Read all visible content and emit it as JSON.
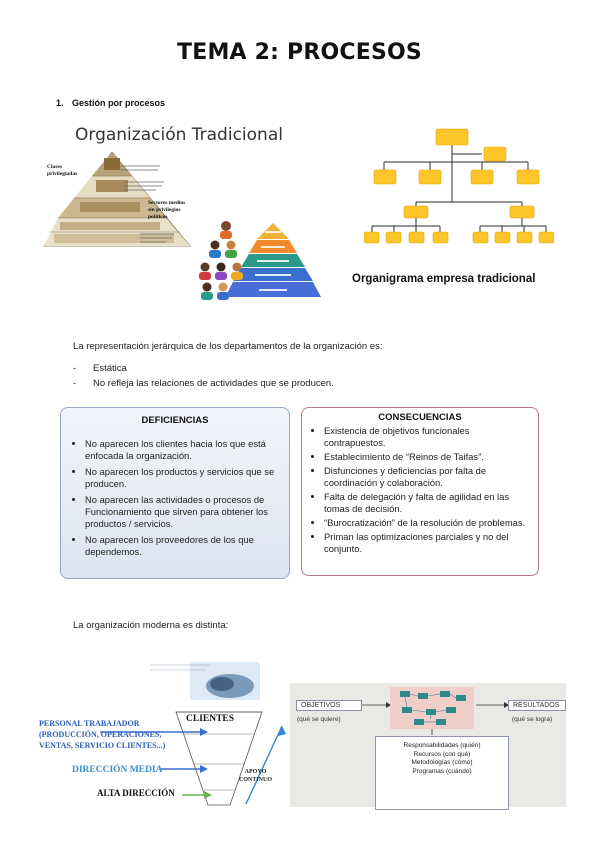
{
  "title": "TEMA 2: PROCESOS",
  "section": {
    "number": "1.",
    "label": "Gestión por procesos"
  },
  "trad_image": {
    "title": "Organización Tradicional",
    "levels": [
      "Clases privilegiadas",
      "Sectores medios sin privilegios políticos"
    ]
  },
  "org_caption": "Organigrama empresa tradicional",
  "intro": "La representación jerárquica de los departamentos de la organización es:",
  "traits": [
    "Estática",
    "No refleja las relaciones de actividades que se producen."
  ],
  "deficiencias": {
    "header": "DEFICIENCIAS",
    "items": [
      "No aparecen los clientes hacia los que está enfocada la organización.",
      "No aparecen los productos y servicios que se producen.",
      "No aparecen las actividades o procesos de Funcionamiento que sirven para obtener los productos / servicios.",
      "No aparecen los proveedores de los que dependemos."
    ]
  },
  "consecuencias": {
    "header": "CONSECUENCIAS",
    "items": [
      "Existencia de objetivos funcionales contrapuestos.",
      "Establecimiento de “Reinos de Taifas”.",
      "Disfunciones y deficiencias por falta de coordinación y colaboración.",
      "Falta de delegación y falta de agilidad en las tomas de decisión.",
      "“Burocratización” de la resolución de problemas.",
      "Priman las optimizaciones parciales y no del conjunto."
    ]
  },
  "modern": "La organización moderna es distinta:",
  "left_diagram": {
    "clientes": "CLIENTES",
    "personal": [
      "PERSONAL TRABAJADOR",
      "(PRODUCCIÓN, OPERACIONES,",
      "VENTAS, SERVICIO CLIENTES...)"
    ],
    "direccion_media": "DIRECCIÓN MEDIA",
    "alta_direccion": "ALTA DIRECCIÓN",
    "apoyo": [
      "APOYO",
      "CONTINUO"
    ]
  },
  "right_diagram": {
    "objetivos": "OBJETIVOS",
    "objetivos_sub": "(qué se quiere)",
    "resultados": "RESULTADOS",
    "resultados_sub": "(qué se logra)",
    "lines": [
      "Responsabilidades (quién)",
      "Recursos (con qué)",
      "Metodologías (cómo)",
      "Programas (cuándo)"
    ]
  }
}
